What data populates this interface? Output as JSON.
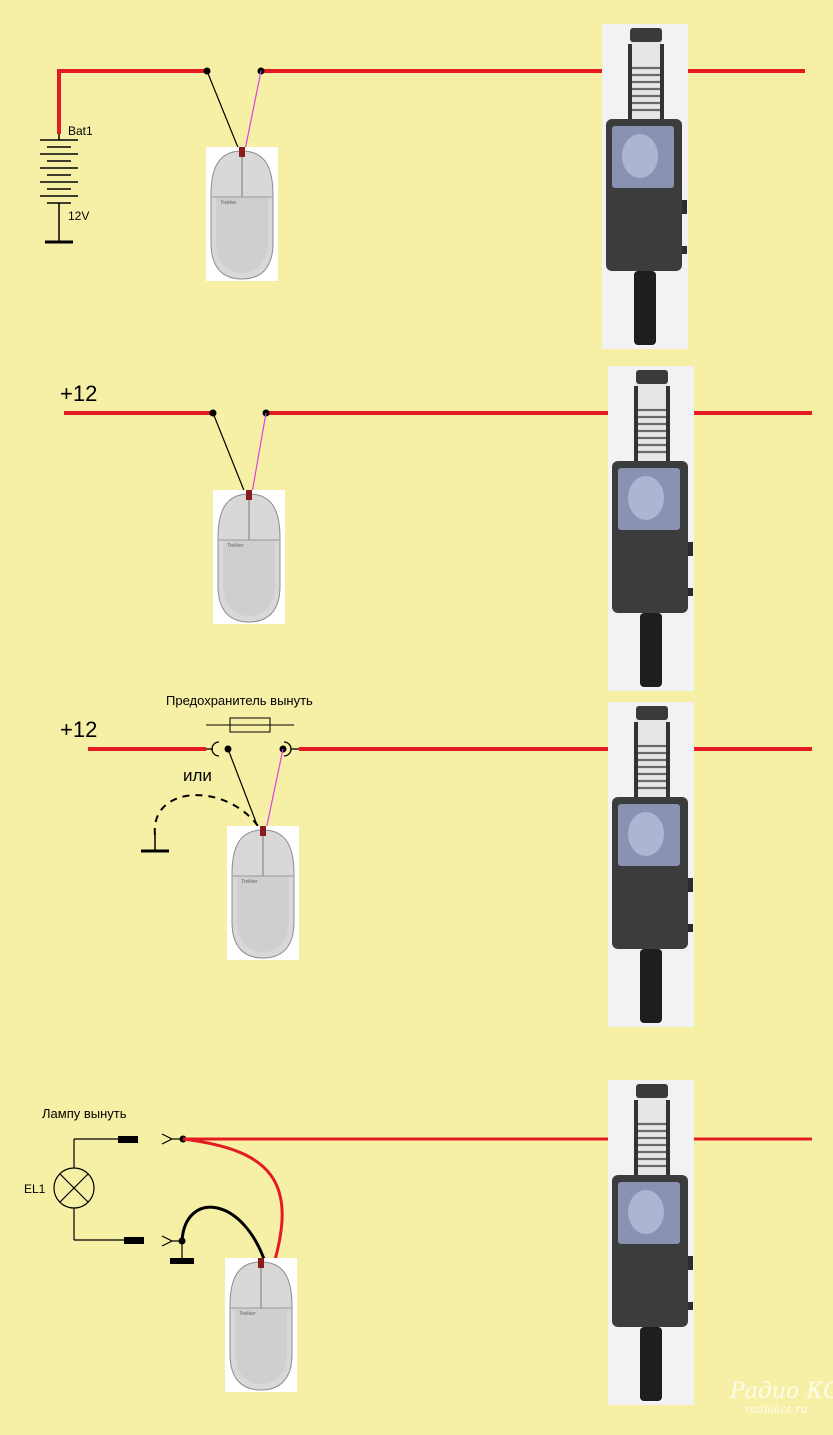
{
  "labels": {
    "bat_name": "Bat1",
    "bat_voltage": "12V",
    "plus12_a": "+12",
    "plus12_b": "+12",
    "fuse_note": "Предохранитель вынуть",
    "or_text": "или",
    "lamp_note": "Лампу вынуть",
    "lamp_name": "EL1",
    "mouse_brand": "Trekker"
  },
  "watermark": {
    "logo_text": "Радио КОТ",
    "site": "radiokot.ru"
  },
  "colors": {
    "background": "#f6f0a6",
    "wire_red": "#e41b23",
    "wire_magenta": "#e040e0",
    "wire_black": "#000000"
  }
}
